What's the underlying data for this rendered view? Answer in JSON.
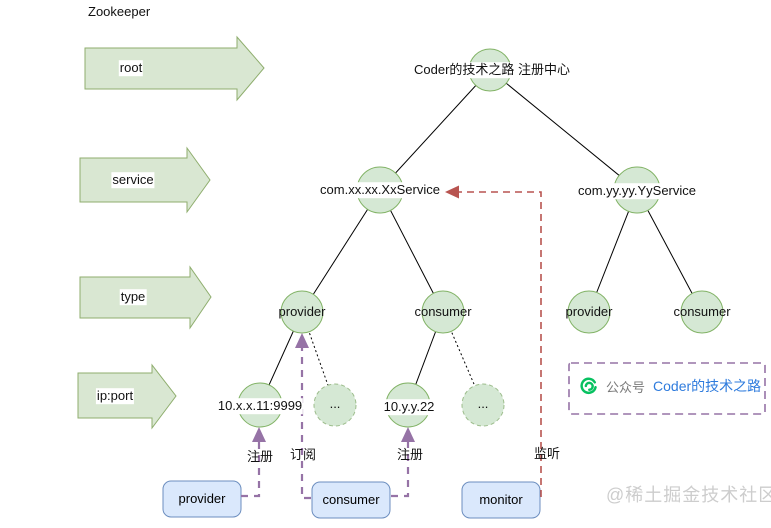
{
  "header": {
    "title": "Zookeeper"
  },
  "level_arrows": [
    {
      "label": "root"
    },
    {
      "label": "service"
    },
    {
      "label": "type"
    },
    {
      "label": "ip:port"
    }
  ],
  "tree": {
    "root_label": "Coder的技术之路 注册中心",
    "xx_service": "com.xx.xx.XxService",
    "yy_service": "com.yy.yy.YyService",
    "xx_provider": "provider",
    "xx_consumer": "consumer",
    "yy_provider": "provider",
    "yy_consumer": "consumer",
    "xx_provider_instance": "10.x.x.11:9999",
    "xx_provider_more": "...",
    "xx_consumer_instance": "10.y.y.22",
    "xx_consumer_more": "..."
  },
  "edge_labels": {
    "register_provider": "注册",
    "subscribe": "订阅",
    "register_consumer": "注册",
    "listen": "监听"
  },
  "client_boxes": {
    "provider": "provider",
    "consumer": "consumer",
    "monitor": "monitor"
  },
  "badge": {
    "icon": "wechat-official-account-icon",
    "platform_label": "公众号",
    "account_name": "Coder的技术之路"
  },
  "watermark": {
    "text": "@稀土掘金技术社区"
  },
  "colors": {
    "node_fill": "#d5e8d4",
    "node_stroke": "#82b366",
    "arrow_fill": "#d9e7d2",
    "arrow_stroke": "#8fae6e",
    "box_fill": "#dae8fc",
    "box_stroke": "#6c8ebf",
    "purple_connector": "#9673a6",
    "red_connector": "#b85450",
    "badge_green": "#07c160",
    "badge_blue": "#2e7bdd",
    "watermark_gray": "#cdcdcd"
  }
}
